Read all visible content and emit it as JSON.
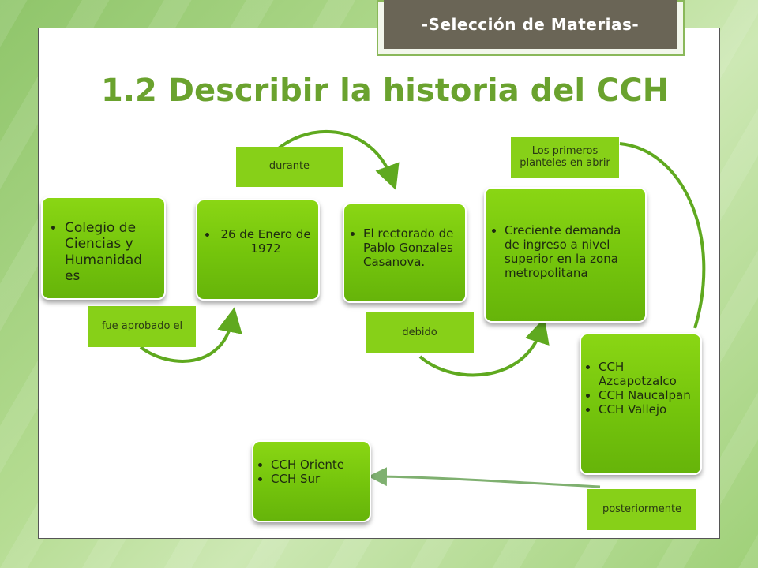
{
  "header": {
    "tag": "-Selección de Materias-"
  },
  "title": "1.2 Describir la historia del CCH",
  "nodes": {
    "n1": [
      "Colegio de Ciencias y Humanidad es"
    ],
    "n2": [
      "26 de Enero de 1972"
    ],
    "n3": [
      "El rectorado de Pablo Gonzales Casanova."
    ],
    "n4": [
      "Creciente demanda de ingreso a nivel superior en la zona metropolitana"
    ],
    "n5": [
      "CCH Azcapotzalco",
      "CCH Naucalpan",
      "CCH Vallejo"
    ],
    "n6": [
      "CCH Oriente",
      "CCH Sur"
    ]
  },
  "connectors": {
    "c1": "fue aprobado el",
    "c2": "durante",
    "c3": "debido",
    "c4": "Los primeros planteles en abrir",
    "c5": "posteriormente"
  },
  "colors": {
    "title": "#6aa22e",
    "node": "#74c40c",
    "arrow": "#5fa91f",
    "tag": "#6a6556"
  }
}
